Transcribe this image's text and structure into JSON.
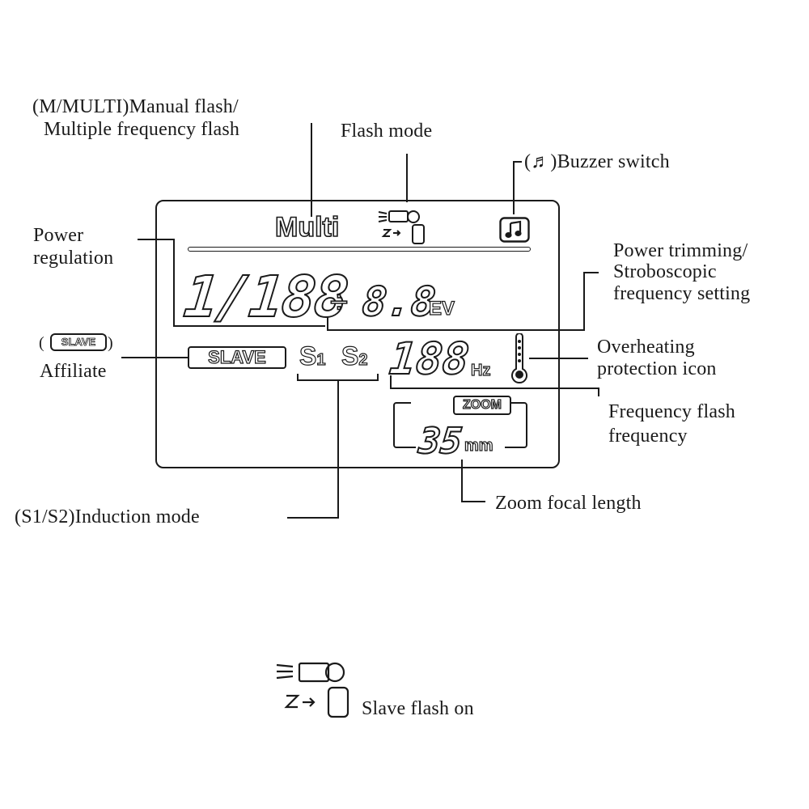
{
  "labels": {
    "manual_flash_line1": "(M/MULTI)Manual flash/",
    "manual_flash_line2": "Multiple frequency flash",
    "flash_mode": "Flash mode",
    "buzzer_switch": "(♬)Buzzer switch",
    "power_regulation_line1": "Power",
    "power_regulation_line2": "regulation",
    "power_trimming_line1": "Power trimming/",
    "power_trimming_line2": "Stroboscopic",
    "power_trimming_line3": "frequency setting",
    "affiliate_badge": "SLAVE",
    "affiliate_label": "Affiliate",
    "overheat_line1": "Overheating",
    "overheat_line2": "protection icon",
    "freq_flash_line1": "Frequency flash",
    "freq_flash_line2": "frequency",
    "zoom_focal_length": "Zoom focal length",
    "induction_mode": "(S1/S2)Induction mode",
    "slave_flash_on": "Slave flash on"
  },
  "lcd": {
    "mode_text": "Multi",
    "power_value": "1/188",
    "ev_sign": "÷",
    "ev_value": "8.8",
    "ev_unit": "EV",
    "slave_text": "SLAVE",
    "s1": "S",
    "s1_sub": "1",
    "s2": "S",
    "s2_sub": "2",
    "freq_value": "188",
    "freq_unit": "Hz",
    "zoom_label": "ZOOM",
    "zoom_value": "35",
    "zoom_unit": "mm"
  },
  "icons": [
    "flash-mode-icon",
    "buzzer-icon",
    "thermometer-icon",
    "slave-flash-icon"
  ],
  "colors": {
    "ink": "#1a1a1a",
    "background": "#ffffff"
  }
}
